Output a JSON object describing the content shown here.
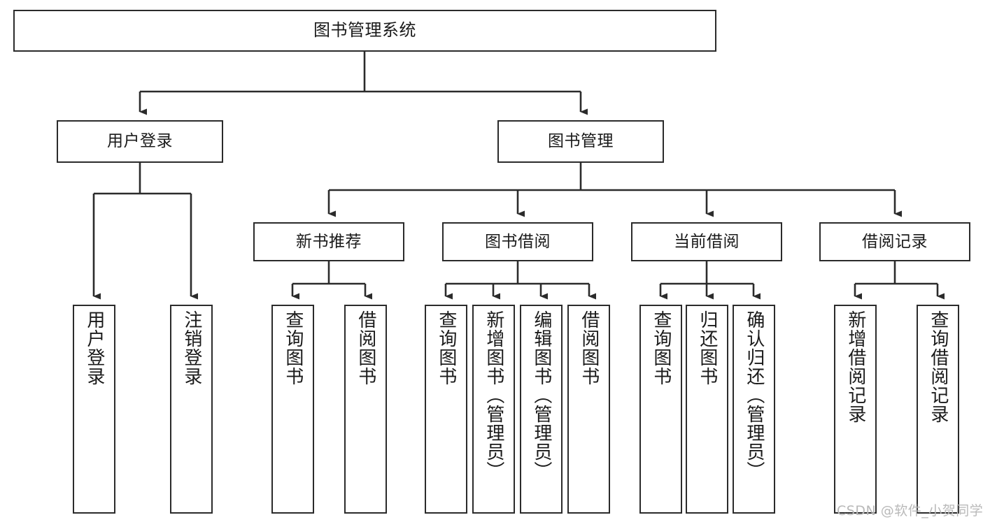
{
  "diagram": {
    "type": "tree-hierarchy",
    "title": "图书管理系统",
    "orientation": "top-down",
    "colors": {
      "box_border": "#2b2b2b",
      "box_fill": "#ffffff",
      "edge": "#2b2b2b",
      "text": "#1a1a1a",
      "watermark": "#b9b9b9",
      "background": "#ffffff"
    },
    "nodes": {
      "root": {
        "label": "图书管理系统"
      },
      "level1": [
        {
          "id": "user-login",
          "label": "用户登录"
        },
        {
          "id": "book-manage",
          "label": "图书管理"
        }
      ],
      "level2": [
        {
          "id": "new-book-recommend",
          "label": "新书推荐"
        },
        {
          "id": "book-borrow",
          "label": "图书借阅"
        },
        {
          "id": "current-borrow",
          "label": "当前借阅"
        },
        {
          "id": "borrow-record",
          "label": "借阅记录"
        }
      ],
      "leaves": {
        "user_login": [
          {
            "id": "leaf-user-login",
            "label": "用户登录"
          },
          {
            "id": "leaf-logout-login",
            "label": "注销登录"
          }
        ],
        "new_book_recommend": [
          {
            "id": "leaf-query-book-1",
            "label": "查询图书"
          },
          {
            "id": "leaf-borrow-book-1",
            "label": "借阅图书"
          }
        ],
        "book_borrow": [
          {
            "id": "leaf-query-book-2",
            "label": "查询图书"
          },
          {
            "id": "leaf-add-book-admin",
            "label": "新增图书（管理员）"
          },
          {
            "id": "leaf-edit-book-admin",
            "label": "编辑图书（管理员）"
          },
          {
            "id": "leaf-borrow-book-2",
            "label": "借阅图书"
          }
        ],
        "current_borrow": [
          {
            "id": "leaf-query-book-3",
            "label": "查询图书"
          },
          {
            "id": "leaf-return-book",
            "label": "归还图书"
          },
          {
            "id": "leaf-confirm-return-admin",
            "label": "确认归还（管理员）"
          }
        ],
        "borrow_record": [
          {
            "id": "leaf-add-borrow-record",
            "label": "新增借阅记录"
          },
          {
            "id": "leaf-query-borrow-record",
            "label": "查询借阅记录"
          }
        ]
      }
    },
    "watermark": "CSDN @软件_小贺同学"
  }
}
